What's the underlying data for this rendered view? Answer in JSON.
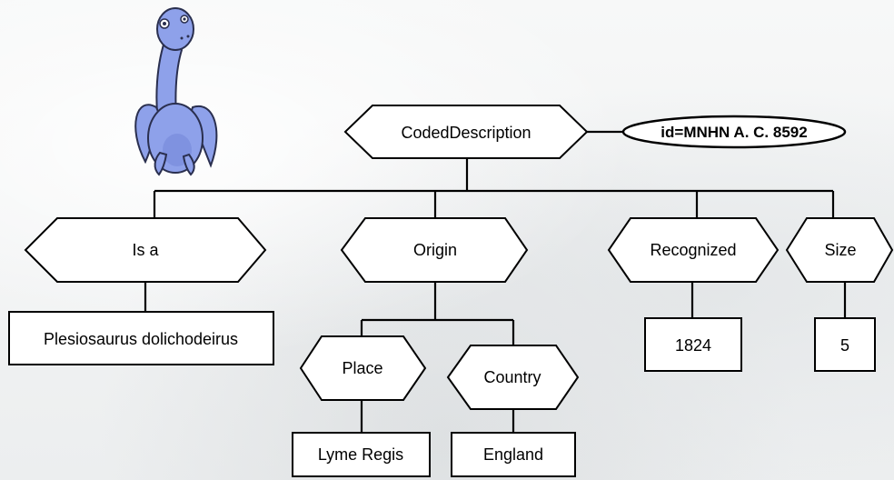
{
  "diagram": {
    "root": {
      "label": "CodedDescription"
    },
    "attribute": {
      "label": "id=MNHN A. C. 8592"
    },
    "children": [
      {
        "label": "Is a",
        "value": "Plesiosaurus dolichodeirus"
      },
      {
        "label": "Origin",
        "children": [
          {
            "label": "Place",
            "value": "Lyme Regis"
          },
          {
            "label": "Country",
            "value": "England"
          }
        ]
      },
      {
        "label": "Recognized",
        "value": "1824"
      },
      {
        "label": "Size",
        "value": "5"
      }
    ]
  },
  "mascot": {
    "icon": "plesiosaur-mascot-icon",
    "color": "#8ea1ea"
  }
}
